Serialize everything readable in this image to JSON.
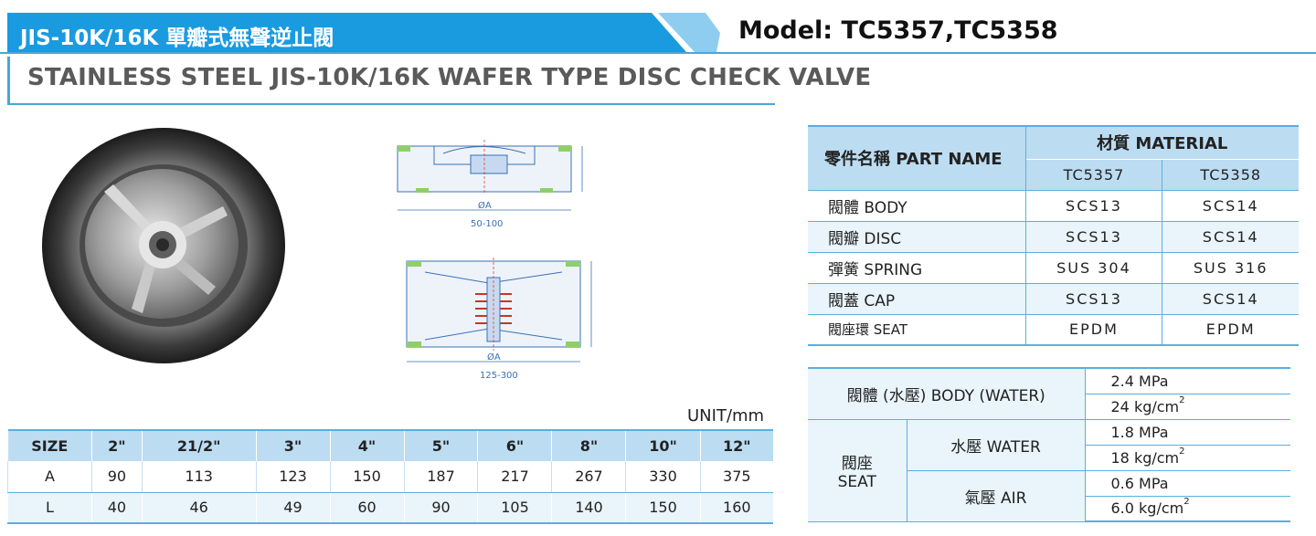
{
  "header": {
    "title": "JIS-10K/16K 單瓣式無聲逆止閥",
    "model": "Model: TC5357,TC5358",
    "subtitle": "STAINLESS STEEL JIS-10K/16K WAFER TYPE DISC CHECK VALVE",
    "accent_color": "#1a9be0",
    "light_accent_color": "#8ecdf0"
  },
  "drawings": {
    "small": {
      "dim_a": "ØA",
      "range": "50-100"
    },
    "large": {
      "dim_a": "ØA",
      "range": "125-300"
    }
  },
  "size_table": {
    "unit": "UNIT/mm",
    "headers": [
      "SIZE",
      "2\"",
      "21/2\"",
      "3\"",
      "4\"",
      "5\"",
      "6\"",
      "8\"",
      "10\"",
      "12\""
    ],
    "rows": [
      {
        "label": "A",
        "values": [
          "90",
          "113",
          "123",
          "150",
          "187",
          "217",
          "267",
          "330",
          "375"
        ]
      },
      {
        "label": "L",
        "values": [
          "40",
          "46",
          "49",
          "60",
          "90",
          "105",
          "140",
          "150",
          "160"
        ]
      }
    ]
  },
  "material_table": {
    "part_header": "零件名稱  PART NAME",
    "material_header": "材質  MATERIAL",
    "models": [
      "TC5357",
      "TC5358"
    ],
    "rows": [
      {
        "part": "閥體  BODY",
        "v1": "SCS13",
        "v2": "SCS14"
      },
      {
        "part": "閥瓣  DISC",
        "v1": "SCS13",
        "v2": "SCS14"
      },
      {
        "part": "彈簧  SPRING",
        "v1": "SUS 304",
        "v2": "SUS 316"
      },
      {
        "part": "閥蓋  CAP",
        "v1": "SCS13",
        "v2": "SCS14"
      },
      {
        "part": "閥座環  SEAT",
        "v1": "EPDM",
        "v2": "EPDM"
      }
    ]
  },
  "pressure_table": {
    "body_label": "閥體 (水壓) BODY (WATER)",
    "body_mpa": "2.4 MPa",
    "body_kg": "24 kg/cm",
    "seat_label_zh": "閥座",
    "seat_label_en": "SEAT",
    "water_label": "水壓  WATER",
    "water_mpa": "1.8 MPa",
    "water_kg": "18 kg/cm",
    "air_label": "氣壓  AIR",
    "air_mpa": "0.6 MPa",
    "air_kg": "6.0 kg/cm",
    "sup": "2"
  }
}
